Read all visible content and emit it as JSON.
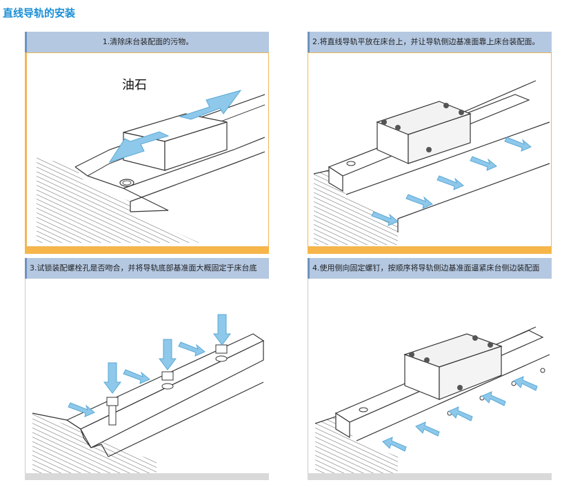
{
  "page": {
    "title": "直线导轨的安装"
  },
  "steps": [
    {
      "caption": "1.清除床台装配面的污物。",
      "label": "油石"
    },
    {
      "caption": "2.将直线导轨平放在床台上，并让导轨侧边基准面靠上床台装配面。"
    },
    {
      "caption": "3.试锁装配螺栓孔是否吻合，并将导轨底部基准面大概固定于床台底"
    },
    {
      "caption": "4.使用侧向固定螺钉，按顺序将导轨侧边基准面逼紧床台侧边装配面"
    }
  ],
  "colors": {
    "title": "#1a8fd6",
    "caption_bg": "#b4c8e2",
    "arrow": "#8ec8ea",
    "accent_bar": "#f7b64a"
  }
}
